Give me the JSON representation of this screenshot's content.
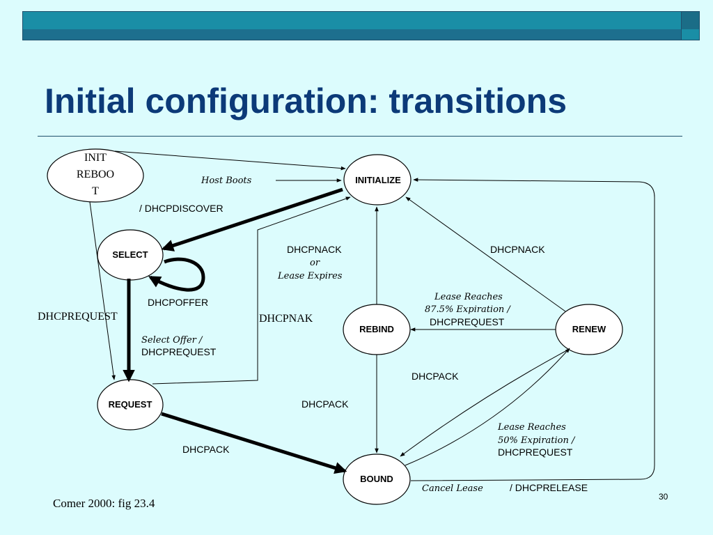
{
  "slide": {
    "title": "Initial configuration: transitions",
    "caption": "Comer 2000: fig 23.4",
    "page_number": "30"
  },
  "diagram": {
    "states": {
      "init_reboot": {
        "line1": "INIT",
        "line2": "REBOO",
        "line3": "T"
      },
      "initialize": "INITIALIZE",
      "select": "SELECT",
      "request": "REQUEST",
      "rebind": "REBIND",
      "renew": "RENEW",
      "bound": "BOUND"
    },
    "labels": {
      "host_boots": "Host Boots",
      "dhcpdiscover": "/ DHCPDISCOVER",
      "dhcpoffer": "DHCPOFFER",
      "select_offer": "Select Offer /",
      "dhcprequest_select": "DHCPREQUEST",
      "dhcprequest_init": "DHCPREQUEST",
      "dhcpnak": "DHCPNAK",
      "dhcpnack_rebind_1": "DHCPNACK",
      "dhcpnack_rebind_2": "or",
      "dhcpnack_rebind_3": "Lease Expires",
      "dhcpnack_renew": "DHCPNACK",
      "lease_875_1": "Lease  Reaches",
      "lease_875_2": "87.5% Expiration /",
      "lease_875_3": "DHCPREQUEST",
      "dhcpack_rebind": "DHCPACK",
      "dhcpack_renew": "DHCPACK",
      "lease_50_1": "Lease  Reaches",
      "lease_50_2": "50% Expiration /",
      "lease_50_3": "DHCPREQUEST",
      "dhcpack_request": "DHCPACK",
      "cancel_lease": "Cancel Lease",
      "dhcprelease": "/ DHCPRELEASE"
    }
  }
}
